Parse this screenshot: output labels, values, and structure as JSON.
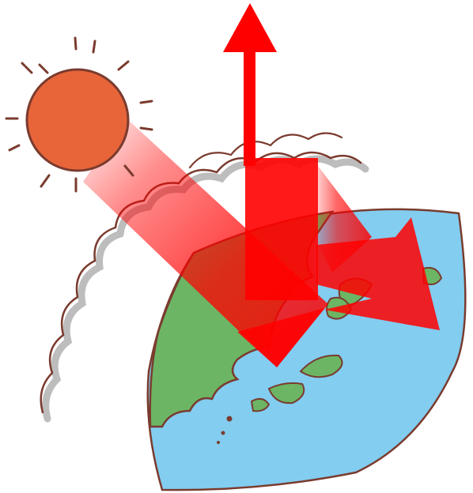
{
  "colors": {
    "background": "#ffffff",
    "sun": "#e8653a",
    "outline": "#7a3b2e",
    "ocean": "#82cdf0",
    "land": "#6cb565",
    "arrow": "#ff0000",
    "cloud_shadow": "#bdbdbd"
  },
  "icons": {
    "sun": "sun-icon",
    "earth": "earth-globe-icon",
    "cloud": "cloud-layer-icon",
    "arrow_incoming": "incoming-sunlight-arrow",
    "arrow_up": "outgoing-up-arrow",
    "arrow_trapped": "trapped-heat-arrow"
  }
}
